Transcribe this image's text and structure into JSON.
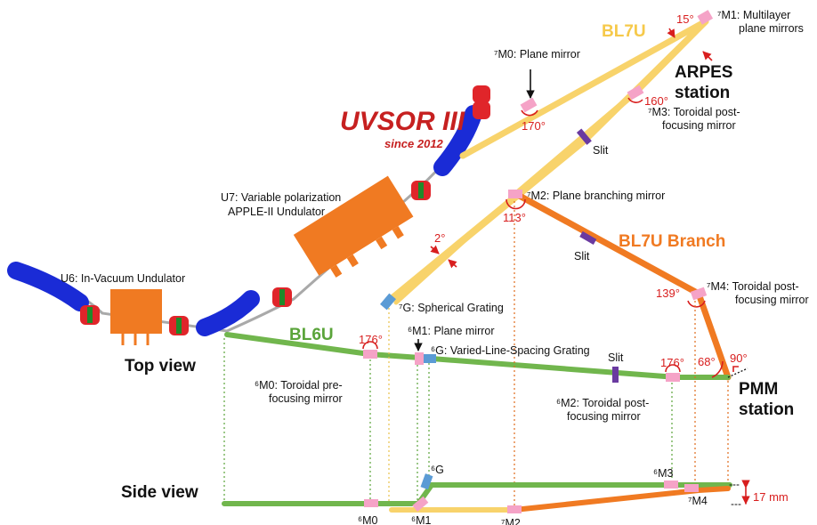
{
  "logo": {
    "text_main": "UVSOR III",
    "text_sub": "since 2012"
  },
  "views": {
    "top": "Top view",
    "side": "Side view"
  },
  "beamlines": {
    "bl7u": {
      "label": "BL7U",
      "color": "#f8d36b"
    },
    "bl7u_branch": {
      "label": "BL7U Branch",
      "color": "#f07a22"
    },
    "bl6u": {
      "label": "BL6U",
      "color": "#71b64d"
    }
  },
  "stations": {
    "arpes": [
      "ARPES",
      "station"
    ],
    "pmm": [
      "PMM",
      "station"
    ]
  },
  "undulators": {
    "u7": [
      "U7: Variable polarization",
      "APPLE-II Undulator"
    ],
    "u6": "U6: In-Vacuum Undulator"
  },
  "optics": {
    "m7_1": [
      "⁷M1: Multilayer",
      "plane mirrors"
    ],
    "m7_0": "⁷M0: Plane mirror",
    "m7_3": [
      "⁷M3: Toroidal post-",
      "focusing mirror"
    ],
    "m7_2": "⁷M2: Plane branching mirror",
    "m7_4": [
      "⁷M4: Toroidal post-",
      "focusing mirror"
    ],
    "g7": "⁷G: Spherical Grating",
    "m6_1": "⁶M1: Plane mirror",
    "g6": "⁶G: Varied-Line-Spacing Grating",
    "m6_0": [
      "⁶M0: Toroidal pre-",
      "focusing mirror"
    ],
    "m6_2": [
      "⁶M2: Toroidal post-",
      "focusing mirror"
    ],
    "slit": "Slit"
  },
  "angles": {
    "a15": "15°",
    "a160": "160°",
    "a170": "170°",
    "a113": "113°",
    "a2": "2°",
    "a139": "139°",
    "a68": "68°",
    "a90": "90°",
    "a176a": "176°",
    "a176b": "176°"
  },
  "side_labels": {
    "m6_0": "⁶M0",
    "m6_1": "⁶M1",
    "g6": "⁶G",
    "m6_3": "⁶M3",
    "m7_4": "⁷M4",
    "m7_2": "⁷M2",
    "height": "17 mm"
  }
}
